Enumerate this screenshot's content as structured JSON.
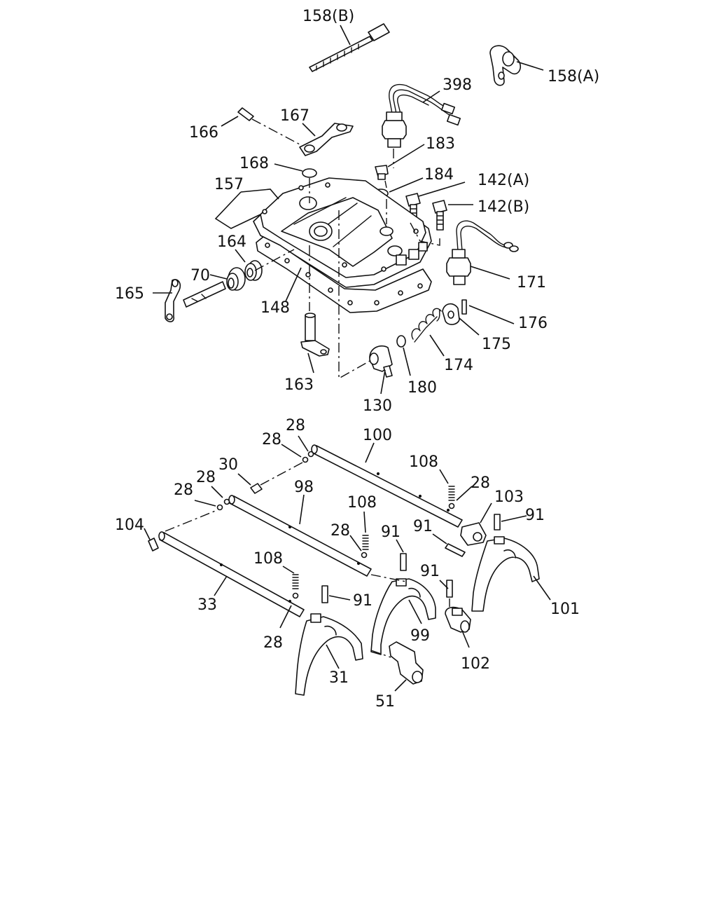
{
  "callouts": [
    {
      "id": "c158b",
      "text": "158(B)"
    },
    {
      "id": "c158a",
      "text": "158(A)"
    },
    {
      "id": "c398",
      "text": "398"
    },
    {
      "id": "c166",
      "text": "166"
    },
    {
      "id": "c167",
      "text": "167"
    },
    {
      "id": "c183",
      "text": "183"
    },
    {
      "id": "c168",
      "text": "168"
    },
    {
      "id": "c184",
      "text": "184"
    },
    {
      "id": "c142a",
      "text": "142(A)"
    },
    {
      "id": "c157",
      "text": "157"
    },
    {
      "id": "c142b",
      "text": "142(B)"
    },
    {
      "id": "c164",
      "text": "164"
    },
    {
      "id": "c70",
      "text": "70"
    },
    {
      "id": "c171",
      "text": "171"
    },
    {
      "id": "c165",
      "text": "165"
    },
    {
      "id": "c148",
      "text": "148"
    },
    {
      "id": "c176",
      "text": "176"
    },
    {
      "id": "c175",
      "text": "175"
    },
    {
      "id": "c174",
      "text": "174"
    },
    {
      "id": "c163",
      "text": "163"
    },
    {
      "id": "c180",
      "text": "180"
    },
    {
      "id": "c130",
      "text": "130"
    },
    {
      "id": "c28a",
      "text": "28"
    },
    {
      "id": "c100",
      "text": "100"
    },
    {
      "id": "c28b",
      "text": "28"
    },
    {
      "id": "c30",
      "text": "30"
    },
    {
      "id": "c108a",
      "text": "108"
    },
    {
      "id": "c28c",
      "text": "28"
    },
    {
      "id": "c28d",
      "text": "28"
    },
    {
      "id": "c98",
      "text": "98"
    },
    {
      "id": "c103",
      "text": "103"
    },
    {
      "id": "c28e",
      "text": "28"
    },
    {
      "id": "c108b",
      "text": "108"
    },
    {
      "id": "c91a",
      "text": "91"
    },
    {
      "id": "c104",
      "text": "104"
    },
    {
      "id": "c28f",
      "text": "28"
    },
    {
      "id": "c91b",
      "text": "91"
    },
    {
      "id": "c91c",
      "text": "91"
    },
    {
      "id": "c108c",
      "text": "108"
    },
    {
      "id": "c91d",
      "text": "91"
    },
    {
      "id": "c91e",
      "text": "91"
    },
    {
      "id": "c33",
      "text": "33"
    },
    {
      "id": "c101",
      "text": "101"
    },
    {
      "id": "c28g",
      "text": "28"
    },
    {
      "id": "c99",
      "text": "99"
    },
    {
      "id": "c102",
      "text": "102"
    },
    {
      "id": "c31",
      "text": "31"
    },
    {
      "id": "c51",
      "text": "51"
    }
  ]
}
